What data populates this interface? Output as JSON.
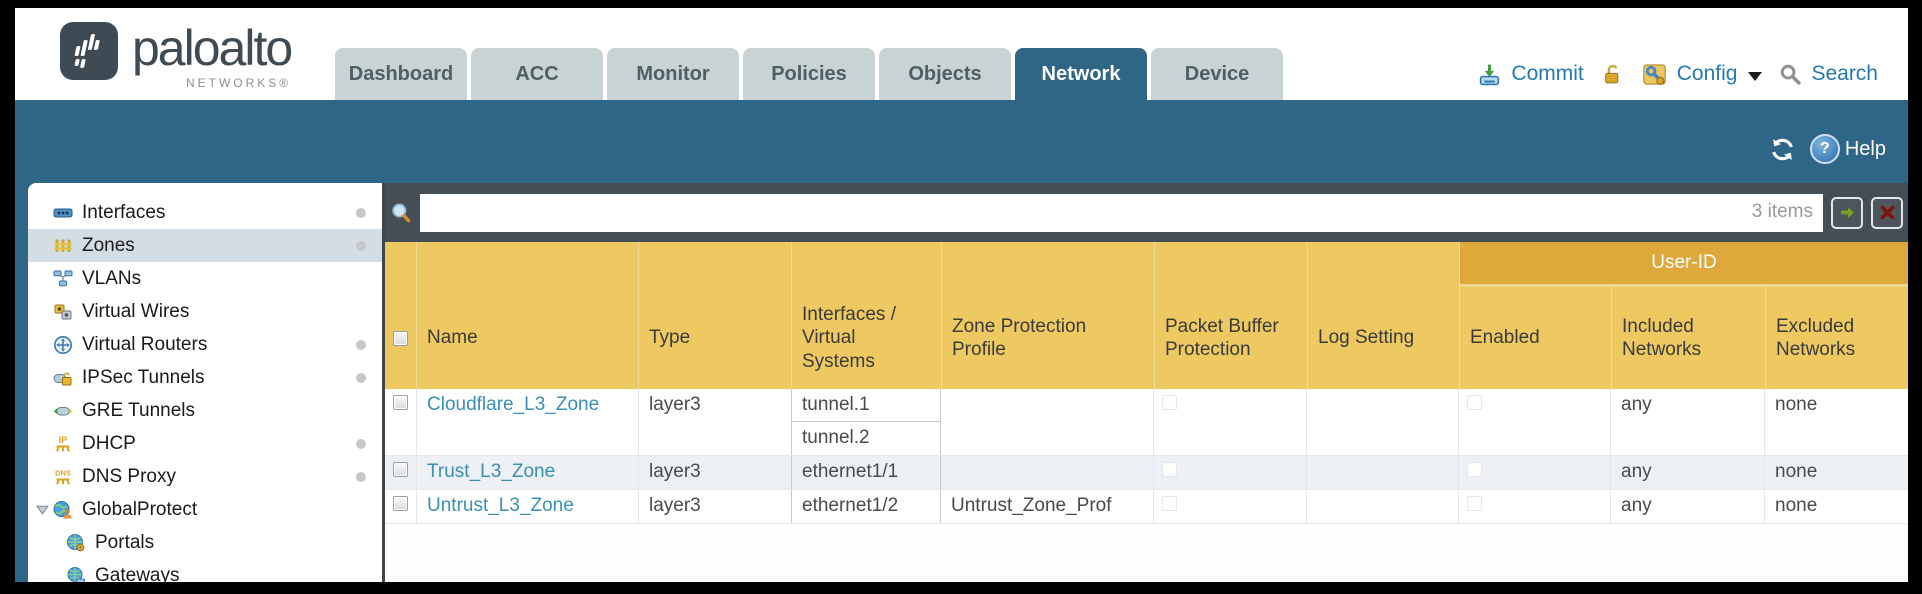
{
  "brand": {
    "wordmark": "paloalto",
    "sub": "NETWORKS®"
  },
  "tabs": [
    {
      "label": "Dashboard"
    },
    {
      "label": "ACC"
    },
    {
      "label": "Monitor"
    },
    {
      "label": "Policies"
    },
    {
      "label": "Objects"
    },
    {
      "label": "Network"
    },
    {
      "label": "Device"
    }
  ],
  "header_actions": {
    "commit": "Commit",
    "config": "Config",
    "search": "Search"
  },
  "subheader": {
    "help": "Help"
  },
  "sidebar": {
    "items": [
      {
        "label": "Interfaces"
      },
      {
        "label": "Zones"
      },
      {
        "label": "VLANs"
      },
      {
        "label": "Virtual Wires"
      },
      {
        "label": "Virtual Routers"
      },
      {
        "label": "IPSec Tunnels"
      },
      {
        "label": "GRE Tunnels"
      },
      {
        "label": "DHCP"
      },
      {
        "label": "DNS Proxy"
      },
      {
        "label": "GlobalProtect"
      },
      {
        "label": "Portals"
      },
      {
        "label": "Gateways"
      }
    ]
  },
  "toolbar": {
    "items_count": "3 items",
    "search_value": ""
  },
  "table": {
    "group_header": "User-ID",
    "columns": [
      "Name",
      "Type",
      "Interfaces / Virtual Systems",
      "Zone Protection Profile",
      "Packet Buffer Protection",
      "Log Setting",
      "Enabled",
      "Included Networks",
      "Excluded Networks"
    ],
    "rows": [
      {
        "name": "Cloudflare_L3_Zone",
        "type": "layer3",
        "interfaces": [
          "tunnel.1",
          "tunnel.2"
        ],
        "zone_protection_profile": "",
        "log_setting": "",
        "included_networks": "any",
        "excluded_networks": "none"
      },
      {
        "name": "Trust_L3_Zone",
        "type": "layer3",
        "interfaces": [
          "ethernet1/1"
        ],
        "zone_protection_profile": "",
        "log_setting": "",
        "included_networks": "any",
        "excluded_networks": "none"
      },
      {
        "name": "Untrust_L3_Zone",
        "type": "layer3",
        "interfaces": [
          "ethernet1/2"
        ],
        "zone_protection_profile": "Untrust_Zone_Prof",
        "log_setting": "",
        "included_networks": "any",
        "excluded_networks": "none"
      }
    ]
  },
  "colors": {
    "teal": "#2f6587",
    "toolbar_slate": "#454e54",
    "header_gold": "#eec860",
    "group_gold": "#dfa83b",
    "link_blue": "#3a8fb7",
    "action_blue": "#2579b5",
    "tab_gray": "#c9d3d3"
  }
}
